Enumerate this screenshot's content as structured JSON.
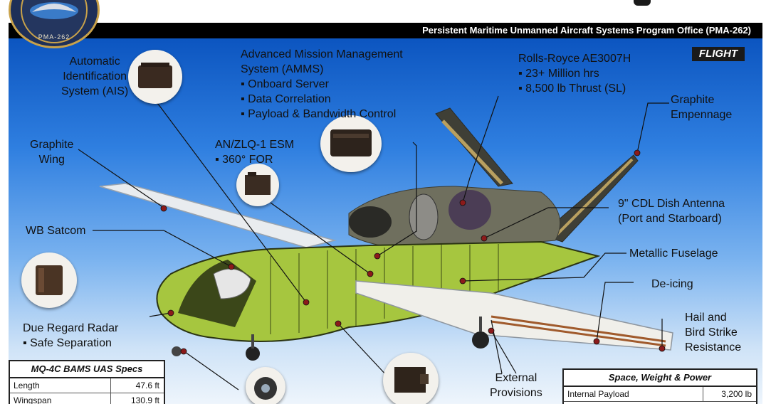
{
  "banner": {
    "text": "Persistent Maritime Unmanned Aircraft Systems Program Office  (PMA-262)"
  },
  "emblem": {
    "text": "PMA-262"
  },
  "flight_logo": "FLIGHT",
  "labels": {
    "ais": [
      "Automatic",
      "Identification",
      "System (AIS)"
    ],
    "amms": {
      "title": [
        "Advanced Mission Management",
        "System (AMMS)"
      ],
      "bullets": [
        "Onboard Server",
        "Data Correlation",
        "Payload & Bandwidth Control"
      ]
    },
    "engine": {
      "title": "Rolls-Royce AE3007H",
      "bullets": [
        "23+ Million hrs",
        "8,500 lb Thrust (SL)"
      ]
    },
    "empennage": [
      "Graphite",
      "Empennage"
    ],
    "wing": [
      "Graphite",
      "Wing"
    ],
    "esm": {
      "title": "AN/ZLQ-1 ESM",
      "bullets": [
        "360° FOR"
      ]
    },
    "cdl": [
      "9\" CDL Dish Antenna",
      "(Port and Starboard)"
    ],
    "satcom": "WB Satcom",
    "fuselage": "Metallic Fuselage",
    "deicing": "De-icing",
    "hail": [
      "Hail and",
      "Bird Strike",
      "Resistance"
    ],
    "radar": {
      "title": "Due Regard Radar",
      "bullets": [
        "Safe Separation"
      ]
    },
    "external": [
      "External",
      "Provisions"
    ]
  },
  "bullet_char": "▪",
  "specs_table": {
    "title": "MQ-4C BAMS UAS Specs",
    "rows": [
      {
        "k": "Length",
        "v": "47.6 ft"
      },
      {
        "k": "Wingspan",
        "v": "130.9 ft"
      }
    ]
  },
  "swp_table": {
    "title": "Space, Weight  & Power",
    "rows": [
      {
        "k": "Internal Payload",
        "v": "3,200 lb"
      }
    ]
  }
}
